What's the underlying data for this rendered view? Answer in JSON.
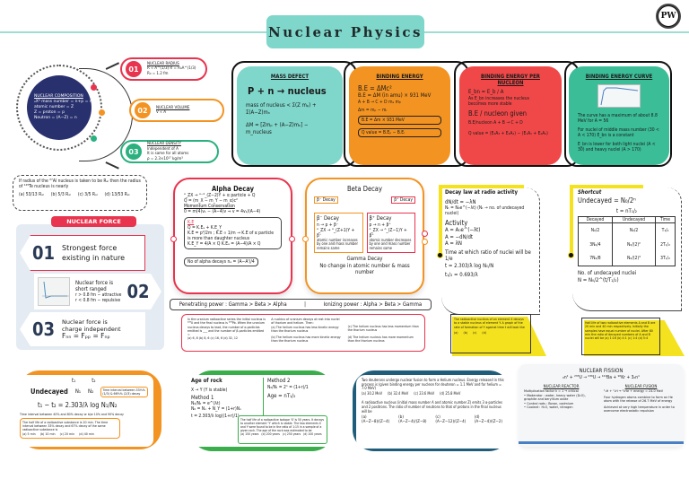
{
  "header": {
    "title": "Nuclear Physics",
    "logo": "PW"
  },
  "composition": {
    "title": "NUCLEAR COMPOSITION",
    "lines": [
      "ₐXᴬ mass number = n+p = A",
      "atomic number = Z",
      "Z = proton = p",
      "Neutron = (A−Z) = n"
    ]
  },
  "properties": [
    {
      "num": "01",
      "title": "NUCLEAR RADIUS",
      "lines": [
        "R ∝ A^(1/3)   R = R₀A^(1/3)",
        "R₀ = 1.2 fm"
      ],
      "color": "#e8344e"
    },
    {
      "num": "02",
      "title": "NUCLEAR VOLUME",
      "lines": [
        "V ∝ A"
      ],
      "color": "#f39321"
    },
    {
      "num": "03",
      "title": "NUCLEAR DENSITY",
      "lines": [
        "Independent of A",
        "It is same for all atoms",
        "ρ = 2.3×10¹⁷ kg/m³"
      ],
      "color": "#2bb07f"
    }
  ],
  "flow": {
    "mass_defect": {
      "title": "MASS DEFECT",
      "reaction": "P + n → nucleus",
      "line1": "mass of nucleus < Σ(Z mₚ) + Σ(A−Z)mₙ",
      "line2": "ΔM = [Zmₚ + (A−Z)mₙ] − m_nucleus",
      "color": "#7fd6ca"
    },
    "binding_energy": {
      "title": "BINDING ENERGY",
      "lines": [
        "B.E = ΔMc²",
        "B.E = ΔM (in amu) × 931 MeV",
        "A + B → C + D   mₐ  mᵦ",
        "Δm = mₚ − mᵣ"
      ],
      "box1": "B.E = Δm × 931 MeV",
      "box2": "Q value = B.Eₚ − B.Eᵣ",
      "color": "#f39321"
    },
    "be_per_nucleon": {
      "title": "BINDING ENERGY PER NUCLEON",
      "lines": [
        "E_bn = E_b / A",
        "As E_bn increases the nucleus",
        "becomes more stable",
        "B.E / nucleon given",
        "B.E/nucleon  A + B → C + D",
        "Q value = (E₃A₃ + E₄A₄) − (E₁A₁ + E₂A₂)"
      ],
      "color": "#f04848"
    },
    "be_curve": {
      "title": "BINDING ENERGY CURVE",
      "bullets": [
        "The curve has a maximum of about 8.8 MeV for A = 56",
        "For nuclei of middle mass number (30 < A < 170) E_bn is a constant",
        "E_bn is lower for both light nuclei (A < 30) and heavy nuclei (A > 170)"
      ],
      "color": "#3bbd97"
    }
  },
  "question1": {
    "text": "If radius of the ²⁷Al nucleus is taken to be Rₐₗ then the radius of ¹²⁵Te nucleus is nearly",
    "options": [
      "(a) 53/13 Rₐₗ",
      "(b) 5/3 Rₐₗ",
      "(c) 3/5 Rₐₗ",
      "(d) 13/53 Rₐₗ"
    ]
  },
  "nuclear_force": {
    "label": "NUCLEAR FORCE",
    "items": [
      {
        "num": "01",
        "lines": [
          "Strongest force",
          "existing in nature"
        ]
      },
      {
        "num": "02",
        "lines": [
          "Nuclear force is",
          "short ranged",
          "r > 0.8 fm − attractive",
          "r < 0.8 fm − repulsive"
        ]
      },
      {
        "num": "03",
        "lines": [
          "Nuclear force is",
          "charge independent",
          "Fₙₙ = Fₚₚ = Fₙₚ"
        ]
      }
    ]
  },
  "alpha_decay": {
    "title": "Alpha Decay",
    "lines": [
      "ᴬ_ZX → ᴬ⁻⁴_(Z−2)Y + α particle + Q",
      "Q = (m_X − m_Y − m_α)c²",
      "Momentum Conservation",
      "0 = m(4)v₁ − (A−4)v  ⇒ v = 4v₁/(A−4)"
    ],
    "ke_title": "K.E",
    "ke_lines": [
      "Q = K.Eₐ + K.E_Y",
      "K.E = p²/2m ; K.E ∝ 1/m → K.E of α particle is more than daughter nucleus",
      "K.E_Y = 4/A × Q    K.Eₐ = (A−4)/A × Q"
    ],
    "box": "No of alpha decays   nₐ = (A−A')/4",
    "color": "#e8344e"
  },
  "beta_decay": {
    "title": "Beta Decay",
    "minus": {
      "tag": "β⁻ Decay",
      "lines": [
        "n → p + β⁻",
        "ᴬ_ZX → ᴬ_(Z+1)Y + β⁻",
        "atomic number increases by one and mass number remains same"
      ]
    },
    "plus": {
      "tag": "β⁺ Decay",
      "lines": [
        "p → n + β⁺",
        "ᴬ_ZX → ᴬ_(Z−1)Y + β⁺",
        "atomic number decreases by one and mass number remains same"
      ]
    },
    "gamma_title": "Gamma Decay",
    "gamma_text": "No change in atomic number & mass number",
    "color": "#f39321"
  },
  "power_bar": {
    "left": "Penetrating power : Gamma > Beta > Alpha",
    "sep": "|",
    "right": "Ionizing power : Alpha > Beta > Gamma"
  },
  "question2": {
    "col1": [
      "In the uranium radioactive series the initial nucleus is ²³⁸U and the final nucleus is ²⁰⁶Pb. When the uranium nucleus decays to lead, the number of α-particles emitted is ___ and the number of β-particles emitted =",
      "(a) 6, 8   (b) 8, 6   (c) 16, 6   (d) 32, 12"
    ],
    "col2": [
      "A nucleus of uranium decays at rest into nuclei of thorium and helium. Then:",
      "(a) The helium nucleus has less kinetic energy than the thorium nucleus",
      "(b) The helium nucleus has more kinetic energy than the thorium nucleus"
    ],
    "col3": [
      "(c) The helium nucleus has less momentum than the thorium nucleus",
      "(d) The helium nucleus has more momentum than the thorium nucleus"
    ]
  },
  "decay_law": {
    "title": "Decay law at radio activity",
    "lines": [
      "dN/dt = −λN",
      "Nₜ = N₀e^(−λt)  (Nₜ → no. of undecayed nuclei)",
      "Activity",
      "A = A₀e^(−λt)",
      "A = −dN/dt",
      "A = λN",
      "Time at which ratio of nuclei will be 1/e",
      "t = 2.303/λ log N₀/N",
      "t₁/₂ = 0.693/λ"
    ],
    "note": "The radioactive nucleus of an element X decays to a stable nucleus of element Y. A graph of the rate of formation of Y against time t will look like",
    "options": [
      "(a)",
      "(b)",
      "(c)",
      "(d)"
    ]
  },
  "shortcut": {
    "title": "Shortcut",
    "formula": "Undecayed = N₀/2ⁿ",
    "t_eq": "t = nT₁/₂",
    "table": {
      "headers": [
        "Decayed",
        "Undecayed",
        "Time"
      ],
      "rows": [
        [
          "N₀/2",
          "N₀/2",
          "T₁/₂"
        ],
        [
          "3N₀/4",
          "N₀/(2)²",
          "2T₁/₂"
        ],
        [
          "7N₀/8",
          "N₀/(2)³",
          "3T₁/₂"
        ]
      ]
    },
    "footer1": "No. of undecayed nuclei",
    "footer2": "N = N₀/2^(t/T₁/₂)",
    "note": "Half-life of two radioactive elements A and B are 20 min and 40 min respectively. Initially the samples have equal number of nuclei. After 80 min the ratio of decayed numbers of A and B nuclei will be  (a) 1:16 (b) 4:1 (c) 1:4 (d) 5:4"
  },
  "half_life": {
    "t_labels": [
      "t₁",
      "t₂"
    ],
    "undecayed": "Undecayed",
    "n_labels": [
      "N₁",
      "N₂"
    ],
    "formula": "t₁ − t₂ = 2.303/λ log N₁/N₂",
    "note_box": "Time interval between 33⅓% (1/3) & 66⅔% (2/3) decay",
    "line": "Time interval between 40% and 80% decay  or  b/w 10% and 90% decay",
    "question": "The half life of a radioactive substance is 20 min. The time interval between 33% decay and 67% decay of the same radioactive substance is",
    "options": [
      "(a) 5 min",
      "(b) 10 min",
      "(c) 20 min",
      "(d) 40 min"
    ],
    "color": "#f39321"
  },
  "age_of_rock": {
    "title": "Age of rock",
    "sub": "X → Y (Y is stable)",
    "m1": "Method 1",
    "m1_lines": [
      "N₀/Nₜ = e^(λt)",
      "N₀ = Nₓ + N_Y = (1+r)Nₓ",
      "t = 2.303/λ log((1+r)/1)"
    ],
    "m2": "Method 2",
    "m2_lines": [
      "N₀/Nₜ = 2ⁿ = (1+r)/1",
      "Age = nT₁/₂"
    ],
    "question": "The half life of a radioactive isotope 'X' is 50 years. It decays to another element 'Y' which is stable. The two elements X and Y were found to be in the ratio of 1:15 in a sample of a given rock. The age of the rock was estimated to be",
    "options": [
      "(a) 150 years",
      "(b) 200 years",
      "(c) 250 years",
      "(d) 100 years"
    ],
    "color": "#3aae4a"
  },
  "fusion_q": {
    "q1": "Two deuterons undergo nuclear fusion to form a Helium nucleus. Energy released in this process is (given binding energy per nucleon for deuteron = 1.1 MeV and for helium = 7.0 MeV)",
    "q1_opts": [
      "(a) 30.2 MeV",
      "(b) 32.4 MeV",
      "(c) 23.6 MeV",
      "(d) 25.8 MeV"
    ],
    "q2": "A radioactive nucleus (initial mass number A and atomic number Z) emits 3 α-particles and 2 positrons. The ratio of number of neutrons to that of protons in the final nucleus will be",
    "q2_opts": [
      "(a) (A−Z−8)/(Z−4)",
      "(b) (A−Z−4)/(Z−8)",
      "(c) (A−Z−12)/(Z−4)",
      "(d) (A−Z−4)/(Z−2)"
    ],
    "color": "#1f5d7a"
  },
  "fission": {
    "title": "NUCLEAR FISSION",
    "eq": "₀n¹ + ²³⁵U → ²³⁶U → ¹⁴¹Ba + ⁹²Kr + 3₀n¹",
    "reactor_title": "NUCLEAR REACTOR",
    "reactor_lines": [
      "Multiplication factor k = 1 → critical",
      "• Moderator : water, heavy water (D₂O), graphite and beryllium oxide",
      "• Control rods : Boron, cadmium",
      "• Coolant : H₂O, water, nitrogen"
    ],
    "fusion_title": "NUCLEAR FUSION",
    "fusion_lines": [
      "²₁H + ²₁H → ⁴₂He + energy = 24.0 MeV",
      "Four hydrogen atoms combine to form an He atom with the release of 26.7 MeV of energy",
      "Achieved at very high temperature in order to overcome electrostatic repulsion"
    ],
    "accent": "#4a7fc4"
  }
}
